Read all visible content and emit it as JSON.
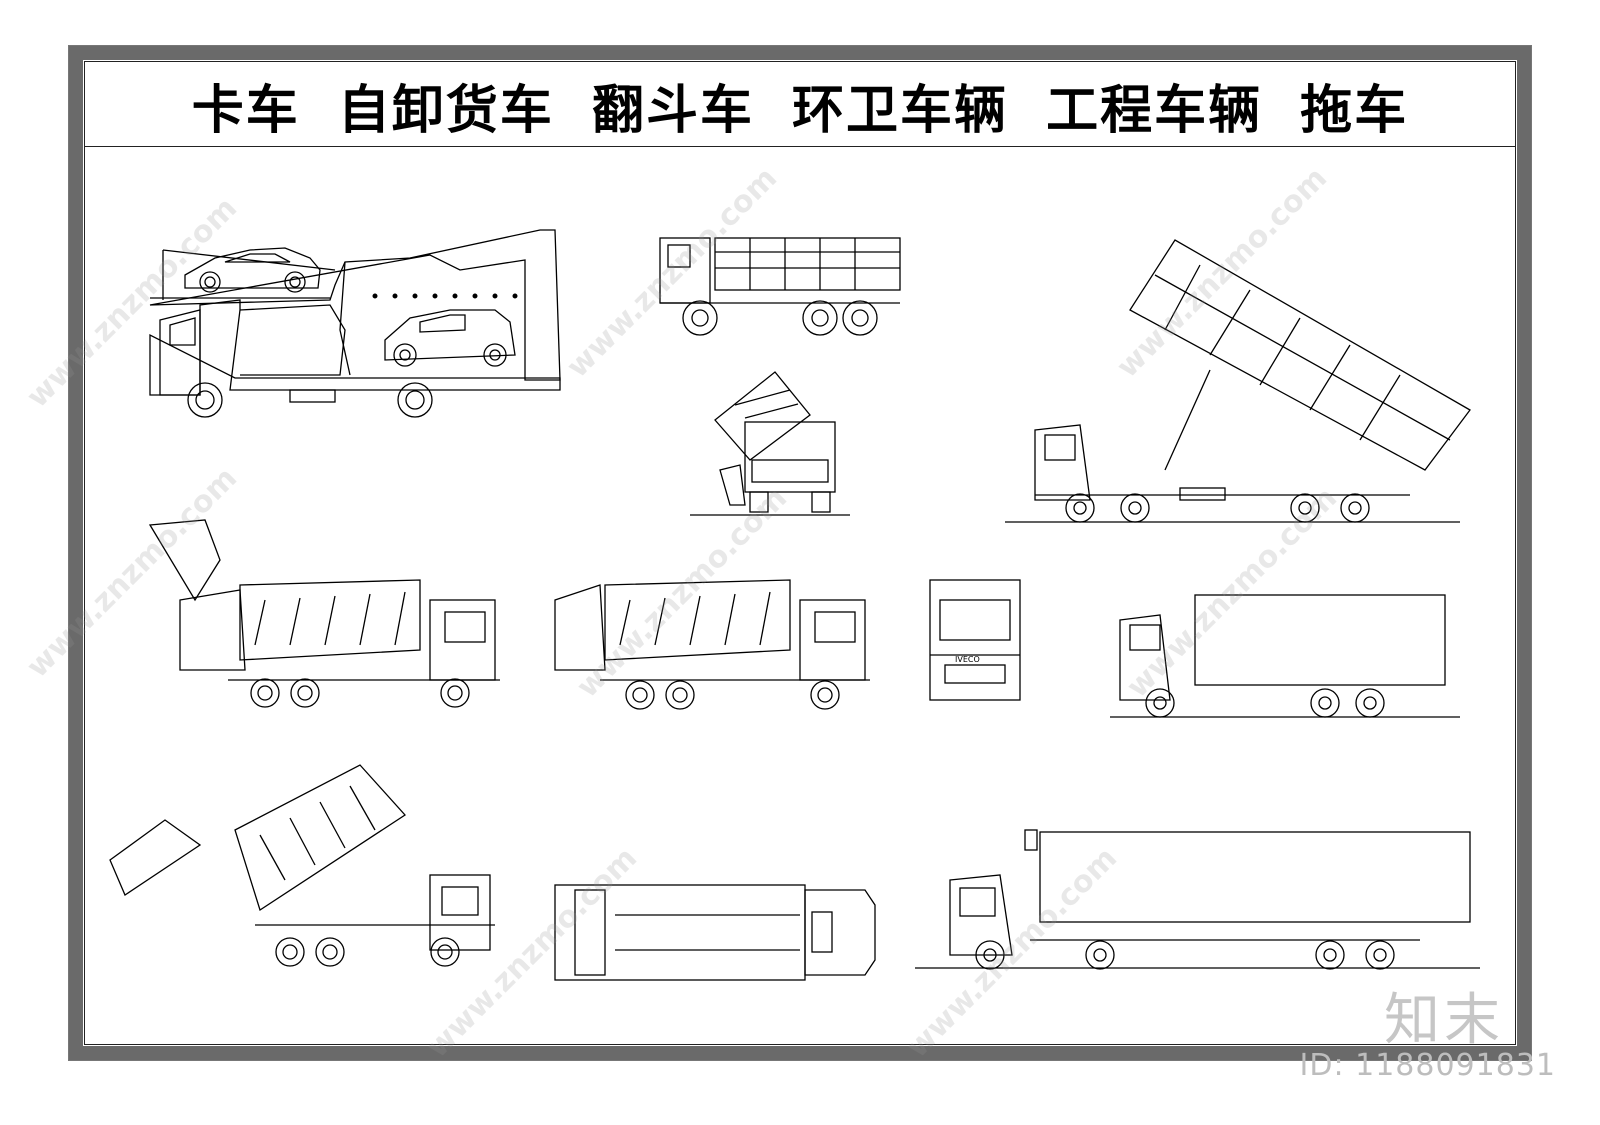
{
  "title": "卡车 自卸货车 翻斗车 环卫车辆 工程车辆 拖车",
  "watermark": {
    "site": "www.znzmo.com",
    "logo": "知末",
    "id": "ID: 1188091831"
  },
  "truck_badge": "IVECO",
  "colors": {
    "line": "#000000",
    "frame": "#6a6a6a",
    "watermark": "#c6c6c6"
  }
}
